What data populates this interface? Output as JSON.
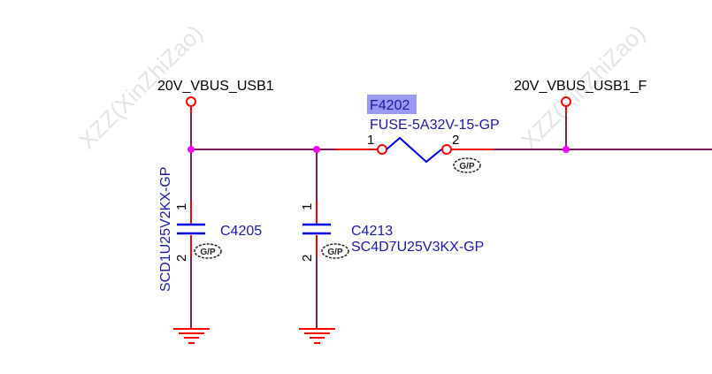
{
  "watermark": "XZZ(XinZhiZao)",
  "nets": {
    "left": "20V_VBUS_USB1",
    "right": "20V_VBUS_USB1_F"
  },
  "fuse": {
    "ref": "F4202",
    "part": "FUSE-5A32V-15-GP",
    "pin1": "1",
    "pin2": "2",
    "badge": "G/P"
  },
  "cap1": {
    "ref": "C4205",
    "part": "SCD1U25V2KX-GP",
    "pin1": "1",
    "pin2": "2",
    "badge": "G/P"
  },
  "cap2": {
    "ref": "C4213",
    "part": "SC4D7U25V3KX-GP",
    "pin1": "1",
    "pin2": "2",
    "badge": "G/P"
  },
  "colors": {
    "wire": "#7a1f5c",
    "pin": "#ff0000",
    "junction": "#ff00ff",
    "component": "#0000e0",
    "text_ref": "#1a1aa0",
    "highlight": "#9a9af0"
  }
}
